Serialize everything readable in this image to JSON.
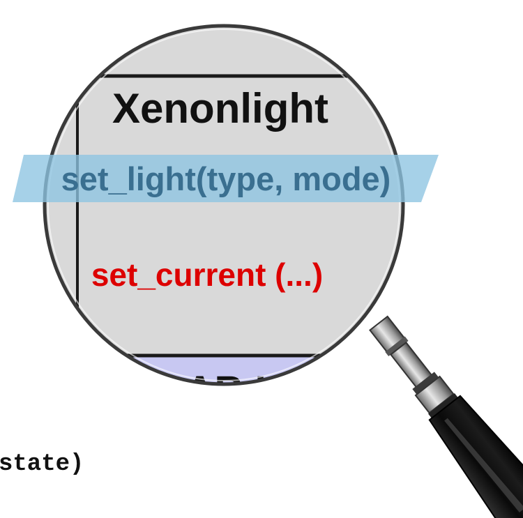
{
  "diagram": {
    "class_name": "Xenonlight",
    "methods": [
      {
        "label": "set_light(type, mode)",
        "highlighted": true
      },
      {
        "label": "set_current (...)",
        "highlighted": false
      }
    ],
    "bottom_cut_label": "CAB Int",
    "outside_label": "state)"
  },
  "colors": {
    "lens_fill": "#d9d9d9",
    "highlight_band": "#8dc4e2",
    "method_highlight_text": "#3a6f90",
    "method_red_text": "#dd0000",
    "bottom_band": "#c8c8f2",
    "frame": "#3a3a3a",
    "handle": "#111111",
    "metal": "#b0b0b0"
  },
  "icons": {
    "lens": "magnifying-glass-icon"
  }
}
